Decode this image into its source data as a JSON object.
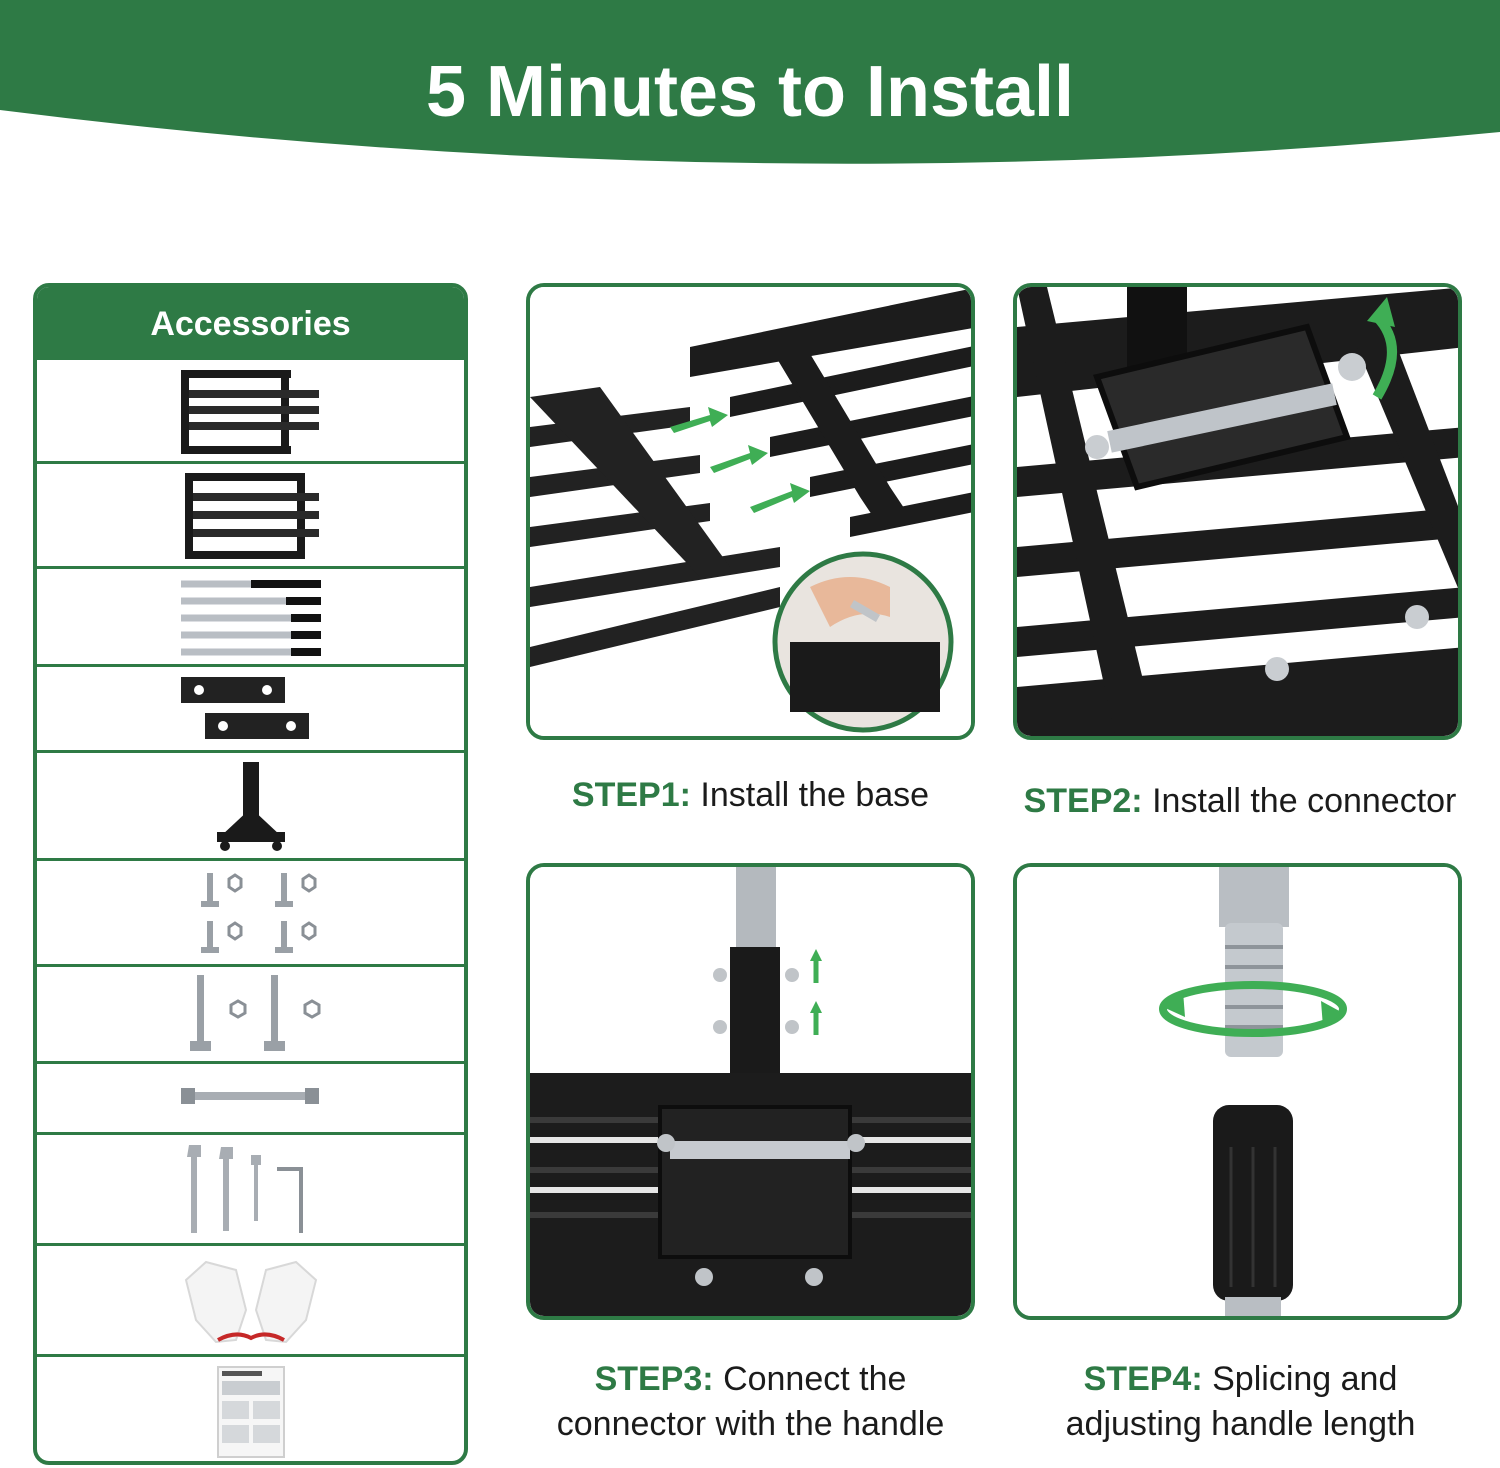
{
  "header": {
    "title": "5 Minutes to Install"
  },
  "accessories": {
    "title": "Accessories",
    "items": [
      "base-frame-a",
      "base-frame-b",
      "rods",
      "plates",
      "connector",
      "small-bolts",
      "long-bolts",
      "long-screw",
      "tools",
      "gloves",
      "manual"
    ]
  },
  "steps": [
    {
      "label": "STEP1:",
      "text": "Install the base"
    },
    {
      "label": "STEP2:",
      "text": "Install the connector"
    },
    {
      "label": "STEP3:",
      "text": "Connect the connector with the handle"
    },
    {
      "label": "STEP4:",
      "text": "Splicing and adjusting handle length"
    }
  ],
  "colors": {
    "brand_green": "#2e7a45",
    "arrow_green": "#3fae55",
    "metal_black": "#1a1a1a"
  }
}
